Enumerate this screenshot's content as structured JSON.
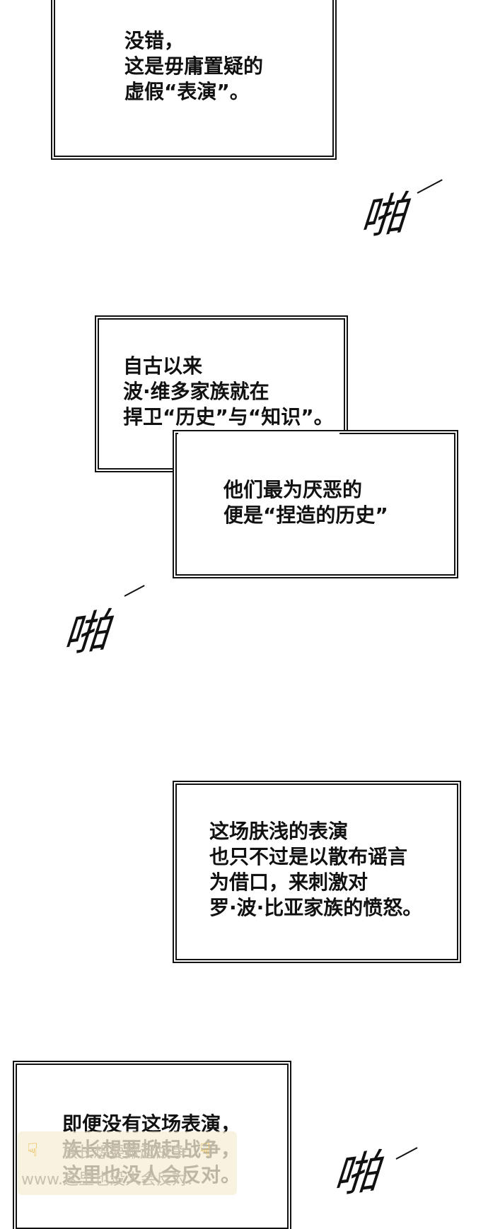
{
  "panels": [
    {
      "id": "panel-1",
      "lines": "没错，\n这是毋庸置疑的\n虚假“表演”。"
    },
    {
      "id": "panel-2a",
      "lines": "自古以来\n波·维多家族就在\n捍卫“历史”与“知识”。"
    },
    {
      "id": "panel-2b",
      "lines": "他们最为厌恶的\n便是“捏造的历史”"
    },
    {
      "id": "panel-3",
      "lines": "这场肤浅的表演\n也只不过是以散布谣言\n为借口，来刺激对\n罗·波·比亚家族的愤怒。"
    },
    {
      "id": "panel-4",
      "lines": "即便没有这场表演，\n族长想要掀起战争，\n这里也没人会反对。"
    }
  ],
  "sfx": [
    "啪",
    "啪",
    "啪"
  ],
  "watermark": {
    "line1": "族长想要掀起战争",
    "line2": "www.这里也没人会反对."
  },
  "colors": {
    "ink": "#111111",
    "paper": "#ffffff",
    "watermark_bg": "#f5eed6"
  }
}
